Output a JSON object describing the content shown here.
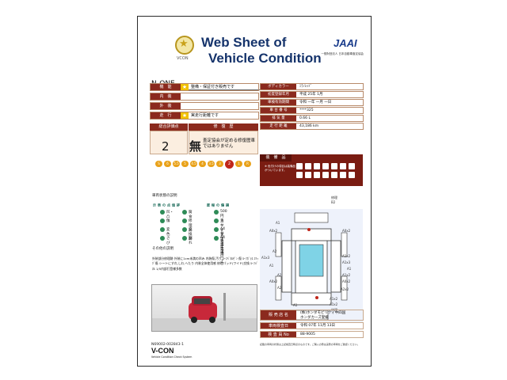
{
  "header": {
    "title_line1": "Web Sheet of",
    "title_line2": "Vehicle Condition",
    "logo_text": "VCON",
    "org_logo": "JAAI",
    "org_name": "一般財団法人 日本自動車査定協会"
  },
  "vehicle": {
    "model": "N-ONE"
  },
  "status_rows": [
    {
      "label": "機　能",
      "value": "整備・保証付き販売です",
      "star": true
    },
    {
      "label": "内　装",
      "value": "",
      "star": false
    },
    {
      "label": "外　装",
      "value": "",
      "star": false
    },
    {
      "label": "走　行",
      "value": "実走行距離です",
      "star": true
    }
  ],
  "spec_rows": [
    {
      "label": "ボディカラー",
      "value": "ﾐﾗﾉﾚｯﾄﾞ"
    },
    {
      "label": "初度登録年月",
      "value": "平成 25年 1月"
    },
    {
      "label": "車検有効期間",
      "value": "令和 一年 一月 一日"
    },
    {
      "label": "車 台 番 号",
      "value": "****325"
    },
    {
      "label": "排 気 量",
      "value": "0.66 L"
    },
    {
      "label": "走 行 距 離",
      "value": "43,186 km"
    }
  ],
  "score": {
    "header_total": "総合評価点",
    "header_repair": "修　復　歴",
    "value": "2",
    "repair_mark": "無",
    "repair_text": "査定協会が定める修復歴車ではありません",
    "scale": [
      "S",
      "6",
      "5.5",
      "5",
      "4.5",
      "4",
      "3.5",
      "3",
      "2",
      "1",
      "R"
    ]
  },
  "equipment": {
    "header": "装　備　品",
    "note": "※ 色付けの項目は装備品がついています。"
  },
  "legend": {
    "title": "車両状態の説明",
    "items": [
      {
        "label": "凹・凸"
      },
      {
        "label": "傷"
      },
      {
        "label": "変色"
      },
      {
        "label": "さび"
      },
      {
        "label": "腐食"
      },
      {
        "label": "修理跡"
      },
      {
        "label": "交換跡"
      },
      {
        "label": "割れ"
      }
    ],
    "vertical1": "評価点の表示",
    "vertical2": "損傷の程度",
    "sizes": [
      "500円玉サイズ未満",
      "カードサイズ未満",
      "A4サイズ未満",
      "A4サイズ以上"
    ]
  },
  "comments": {
    "title": "その他の説明",
    "text": "外装部分修理跡 外装に1cm未満の凹み 内装傷,汚り ﾙｰﾌﾊﾟﾈﾙｾﾞﾝ 傷 ﾙｰﾌｶﾞﾗｽ ｴﾘｯｸﾞ傷 シートにすれ,しわ,へたり 内装全体使用感 修理パッド(ワイド)交換 ﾙｰﾌﾊﾟﾈﾙ 1/5内部打登様多数"
  },
  "diagram": {
    "labels": [
      "修理",
      "B2",
      "A1",
      "A0x2",
      "A0x2",
      "A2",
      "A1x3",
      "A1x2",
      "A1",
      "A1x3",
      "A1",
      "A2",
      "A1x2",
      "A0x2",
      "A0x2",
      "A2",
      "A2x2",
      "A1x2",
      "A1x2",
      "A1",
      "修理"
    ]
  },
  "bottom_table": [
    {
      "label": "販 売 店 名",
      "value": "(株)ホンダモビリティ中四国\nホンダカーズ愛媛"
    },
    {
      "label": "車両検査日",
      "value": "令和 07年 11月 13日"
    },
    {
      "label": "検 査 員 No",
      "value": "88-9005"
    }
  ],
  "footer": {
    "code": "N69002-002843-1",
    "brand": "V-CON",
    "sub": "Vehicle Condition Check System",
    "note": "記載の車両の状態は上記検査日時点のものです。ご購入の際は実際の車両をご確認ください。"
  },
  "colors": {
    "accent": "#8b2a1e",
    "title_blue": "#15336b",
    "star": "#f0c000"
  }
}
